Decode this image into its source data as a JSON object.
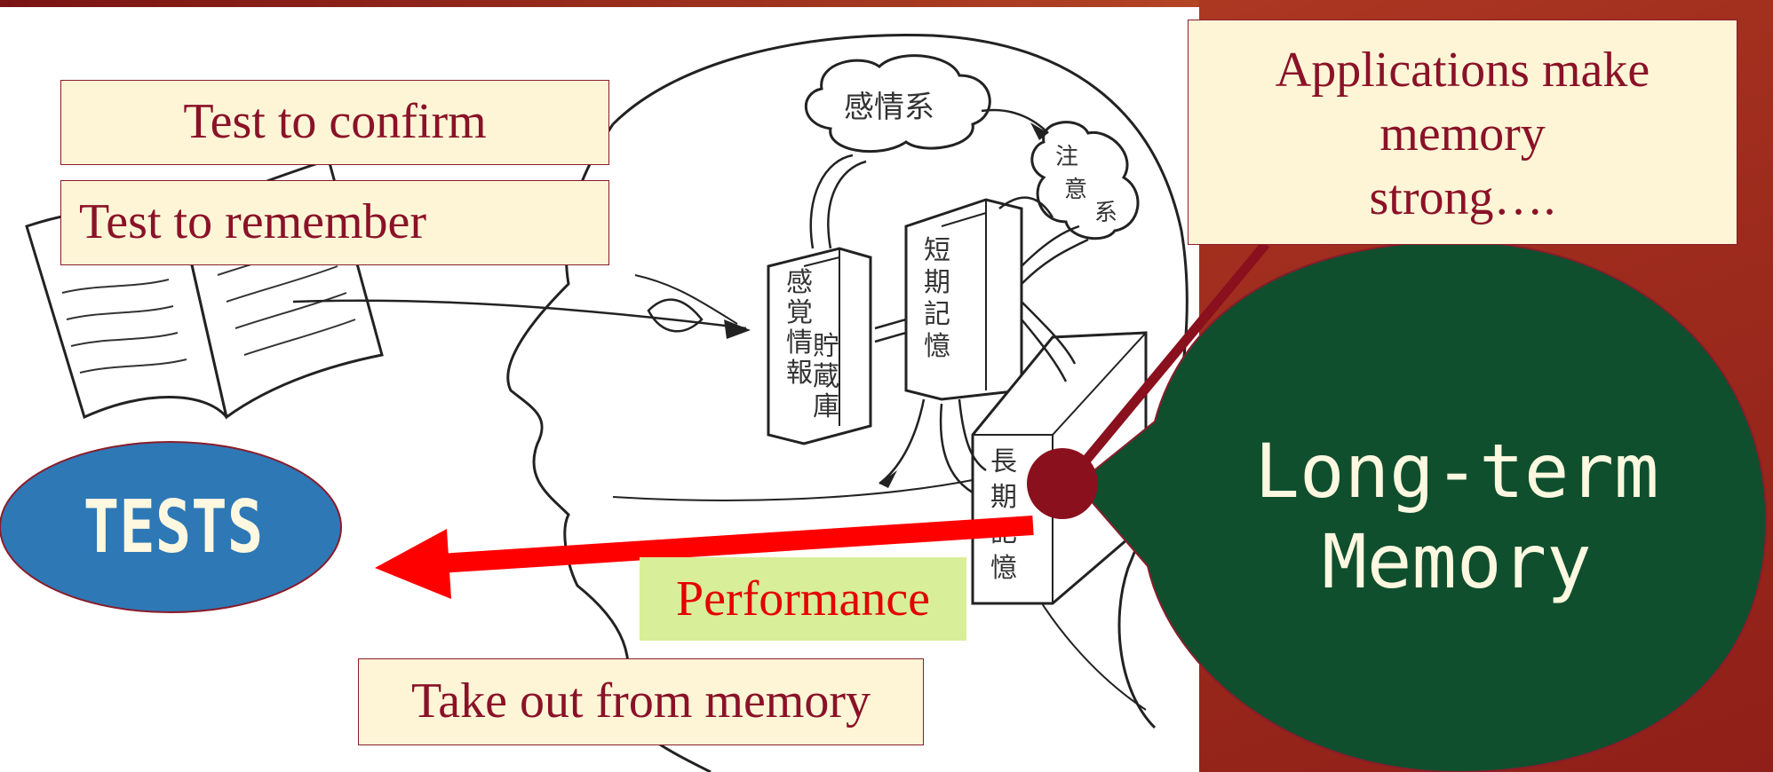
{
  "boxes": {
    "test_confirm": "Test to confirm",
    "test_remember": "Test to remember",
    "take_out": "Take out from memory",
    "applications": [
      "Applications make",
      "memory",
      "strong…."
    ]
  },
  "performance": "Performance",
  "tests": "TESTS",
  "long_term_memory": [
    "Long-term",
    "Memory"
  ],
  "sketch_labels": {
    "emotion": "感情系",
    "attention": [
      "注",
      "意",
      "系"
    ],
    "sensory": [
      "感",
      "覚",
      "情",
      "報"
    ],
    "storage": [
      "貯",
      "蔵",
      "庫"
    ],
    "short_term": [
      "短",
      "期",
      "記",
      "憶"
    ],
    "long_term": [
      "長",
      "期",
      "記",
      "憶"
    ]
  },
  "colors": {
    "slide_red": "#a3301f",
    "box_fill": "#fdf5d6",
    "box_text": "#8a1228",
    "tests_ellipse": "#2e78b6",
    "ltm_bubble": "#0f4f2e",
    "arrow_red": "#ff0000",
    "performance_fill": "#d9ee98",
    "connector": "#8a101e"
  }
}
